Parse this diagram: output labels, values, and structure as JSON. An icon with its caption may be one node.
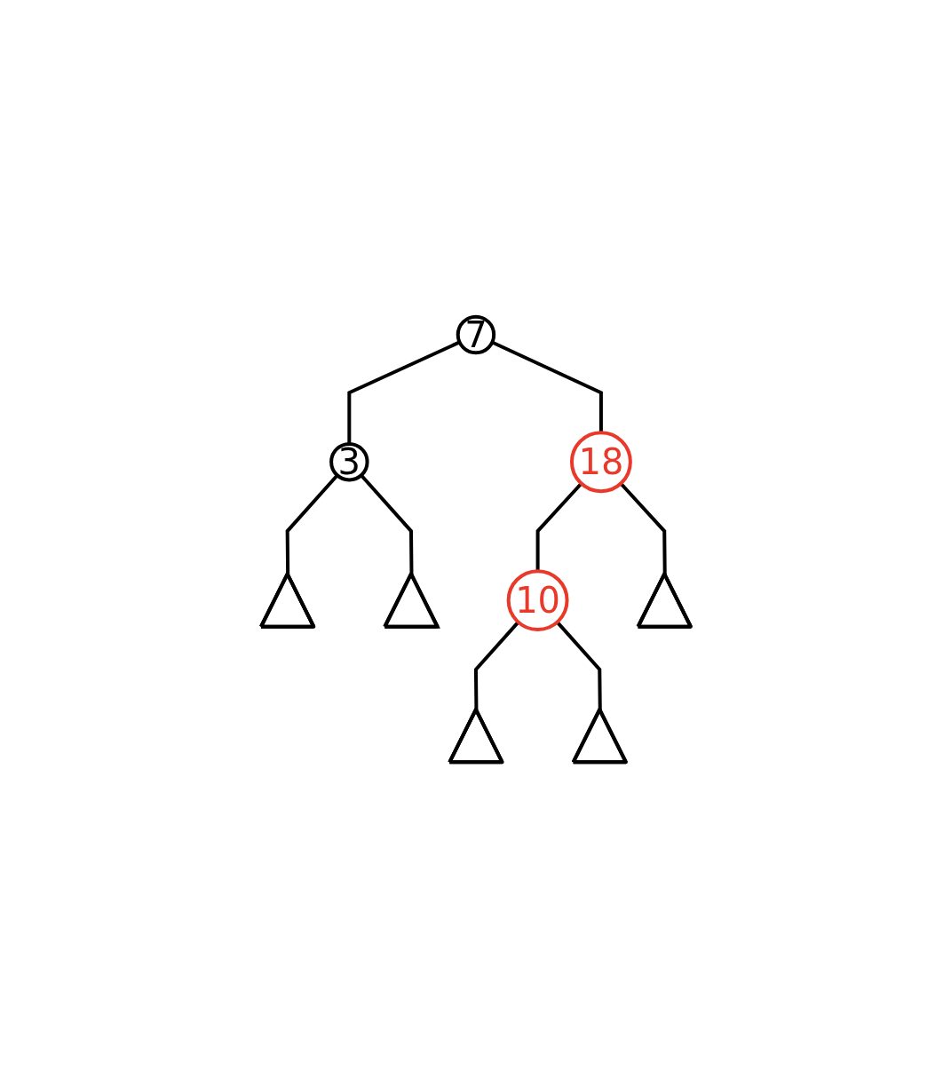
{
  "diagram": {
    "nodes": [
      {
        "text": [
          "7"
        ]
      },
      {
        "text": [
          "3"
        ]
      },
      {
        "text": [
          "18"
        ]
      },
      {
        "text": [],
        "shape": "triangle"
      },
      {
        "text": [],
        "shape": "triangle"
      },
      {
        "text": [
          "10"
        ]
      },
      {
        "text": [],
        "shape": "triangle"
      },
      {
        "text": [],
        "shape": "triangle"
      },
      {
        "text": [],
        "shape": "triangle"
      }
    ],
    "edges": [
      {
        "from": 0,
        "to": 1,
        "arrow": "none"
      },
      {
        "from": 0,
        "to": 2,
        "arrow": "none"
      },
      {
        "from": 1,
        "to": 3,
        "arrow": "none"
      },
      {
        "from": 1,
        "to": 4,
        "arrow": "none"
      },
      {
        "from": 2,
        "to": 5,
        "arrow": "none"
      },
      {
        "from": 2,
        "to": 6,
        "arrow": "none"
      },
      {
        "from": 5,
        "to": 7,
        "arrow": "none"
      },
      {
        "from": 5,
        "to": 8,
        "arrow": "none"
      }
    ]
  }
}
